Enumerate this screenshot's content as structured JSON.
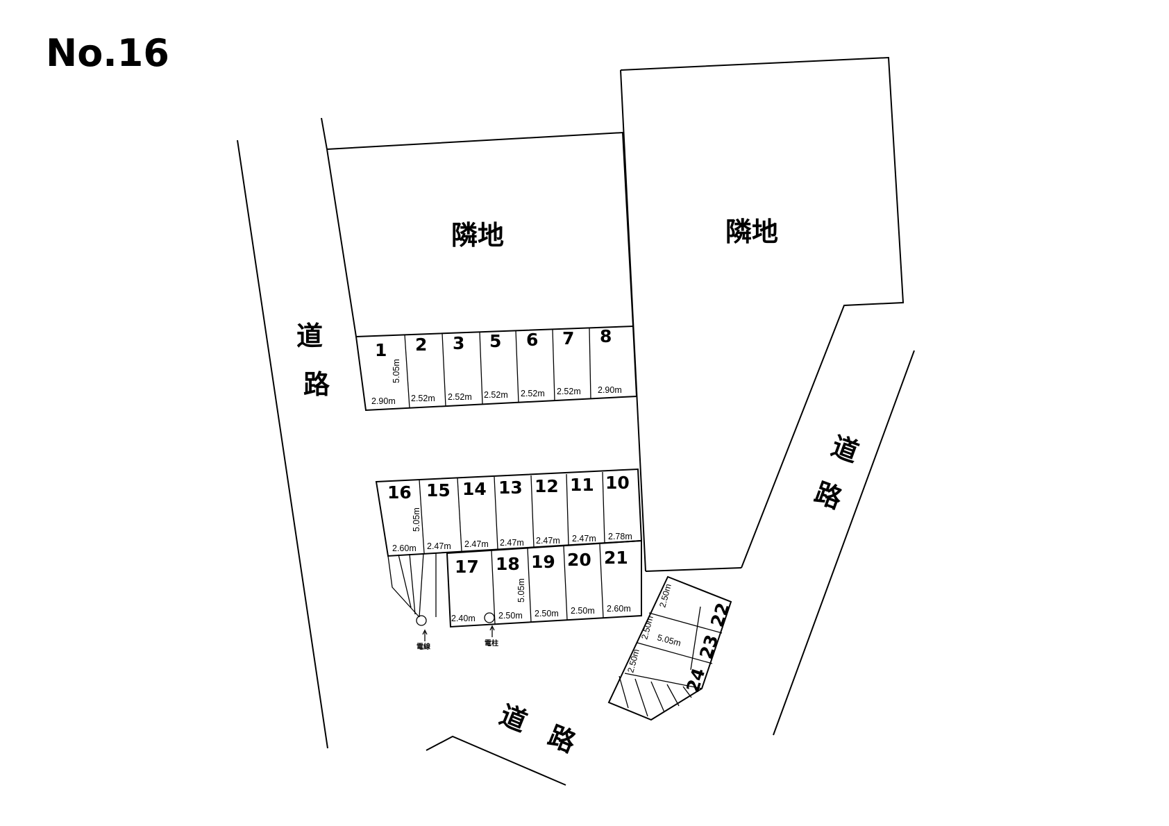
{
  "title": "No.16",
  "neighbor_label": "隣地",
  "road_chars": [
    "道",
    "路"
  ],
  "utility": {
    "wire": "電線",
    "pole": "電柱"
  },
  "spaces": {
    "s1": {
      "no": "1",
      "width": "2.90m",
      "depth": "5.05m"
    },
    "s2": {
      "no": "2",
      "width": "2.52m"
    },
    "s3": {
      "no": "3",
      "width": "2.52m"
    },
    "s5": {
      "no": "5",
      "width": "2.52m"
    },
    "s6": {
      "no": "6",
      "width": "2.52m"
    },
    "s7": {
      "no": "7",
      "width": "2.52m"
    },
    "s8": {
      "no": "8",
      "width": "2.90m"
    },
    "s16": {
      "no": "16",
      "width": "2.60m",
      "depth": "5.05m"
    },
    "s15": {
      "no": "15",
      "width": "2.47m"
    },
    "s14": {
      "no": "14",
      "width": "2.47m"
    },
    "s13": {
      "no": "13",
      "width": "2.47m"
    },
    "s12": {
      "no": "12",
      "width": "2.47m"
    },
    "s11": {
      "no": "11",
      "width": "2.47m"
    },
    "s10": {
      "no": "10",
      "width": "2.78m"
    },
    "s17": {
      "no": "17",
      "width": "2.40m"
    },
    "s18": {
      "no": "18",
      "width": "2.50m",
      "depth": "5.05m"
    },
    "s19": {
      "no": "19",
      "width": "2.50m"
    },
    "s20": {
      "no": "20",
      "width": "2.50m"
    },
    "s21": {
      "no": "21",
      "width": "2.60m"
    },
    "s22": {
      "no": "22",
      "width": "2.50m"
    },
    "s23": {
      "no": "23",
      "width": "2.50m",
      "depth": "5.05m"
    },
    "s24": {
      "no": "24",
      "width": "2.50m"
    }
  }
}
